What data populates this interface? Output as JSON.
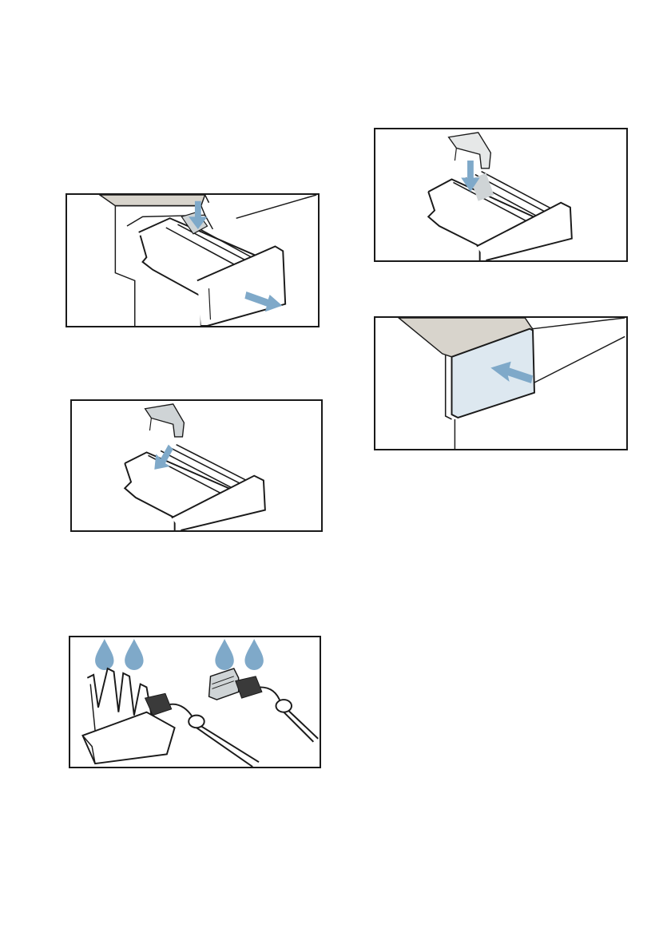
{
  "page": {
    "figures": [
      {
        "id": "fig-1",
        "depicts": "press-release-and-pull-out-drawer"
      },
      {
        "id": "fig-2",
        "depicts": "remove-insert-from-drawer"
      },
      {
        "id": "fig-3",
        "depicts": "clean-drawer-and-insert-with-brush"
      },
      {
        "id": "fig-4",
        "depicts": "reinsert-insert-into-drawer"
      },
      {
        "id": "fig-5",
        "depicts": "push-drawer-back-in"
      }
    ]
  },
  "colors": {
    "line": "#1a1a1a",
    "arrow": "#7fa9c9",
    "water_drop": "#7fa9c9",
    "machine_top": "#d8d4cc",
    "drawer_front_highlight": "#dde8f0",
    "insert": "#cfd4d6"
  }
}
